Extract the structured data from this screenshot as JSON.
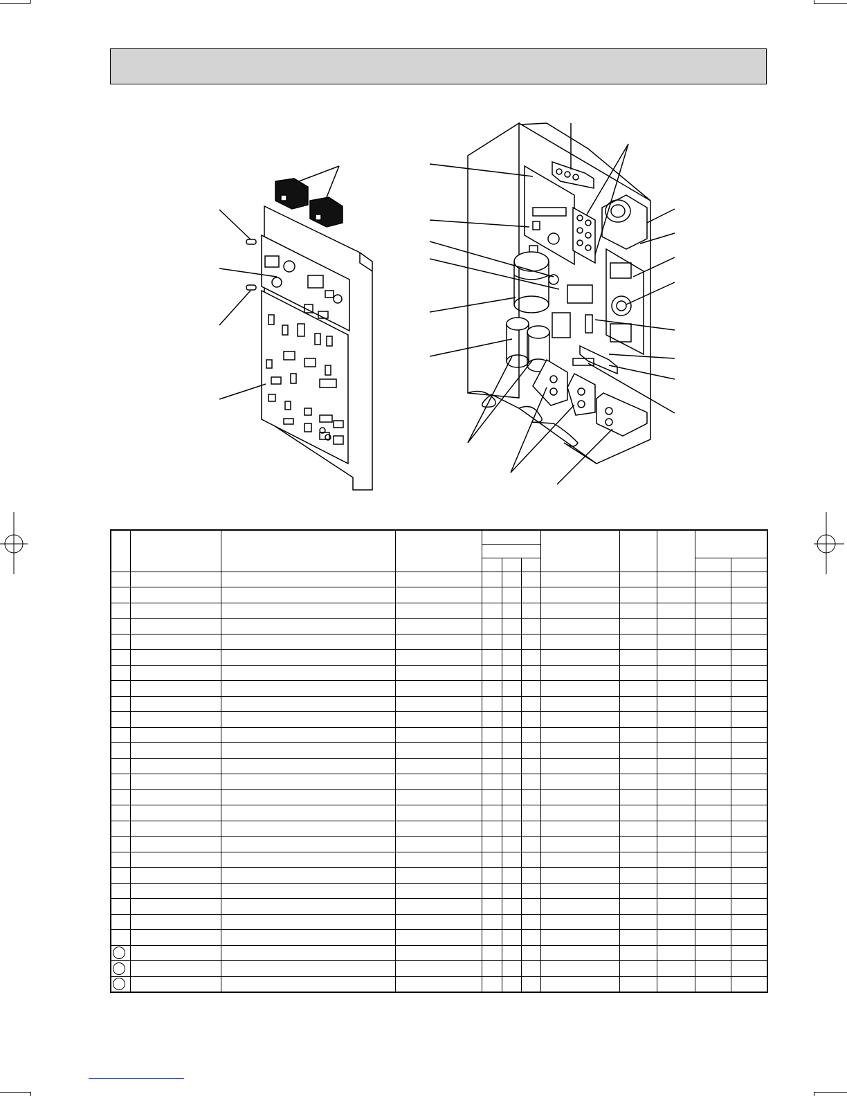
{
  "page": {
    "title": "",
    "footer_text": ""
  },
  "colors": {
    "title_bar_bg": "#d4d4d4",
    "ink": "#000000",
    "footer_link": "#1a3fd6"
  },
  "table": {
    "header": {
      "no": "",
      "part_no": "",
      "part_name": "",
      "specification": "",
      "qty_group": "",
      "qty_sub": "",
      "qty_a": "",
      "qty_b": "",
      "qty_c": "",
      "remarks": "",
      "wiring_symbol": "",
      "recom_qty": "",
      "price_group": "",
      "price_unit": "",
      "price_amount": ""
    },
    "row_count": 27,
    "circled_rows": [
      24,
      25,
      26
    ]
  }
}
